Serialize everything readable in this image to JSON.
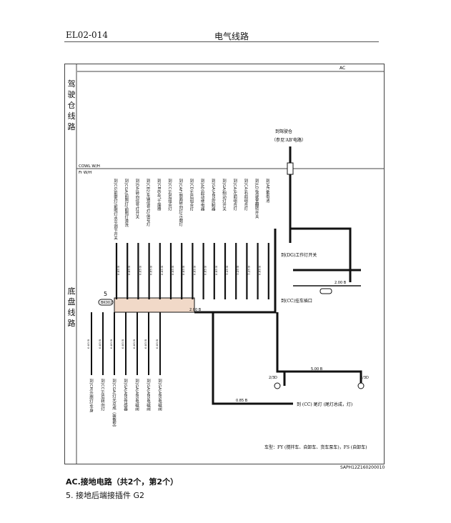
{
  "header": {
    "code": "EL02-014",
    "title": "电气线路"
  },
  "section_labels": {
    "top": "驾驶仓线路",
    "bottom": "底盘线路"
  },
  "diagram": {
    "ac_label": "AC",
    "bus_cowl": "COWL W/H",
    "bus_fr": "Fr W/H",
    "to_cab": "到驾驶仓",
    "to_cab_ref": "（参见'AB'电路）",
    "connector_num": "5",
    "connector_tag": "BK002",
    "ground_left": "2/3D",
    "ground_right": "2/3D",
    "work_light": "到(DG)工作灯开关",
    "trailer_socket": "到(CC)挂车插口",
    "tail_light": "到 (CC) 尾灯 (尾灯总成，灯)",
    "vehicle_type": "车型：FY (搅拌车、自卸车、货车泵车)，FS (自卸车)",
    "upper_labels": [
      "到(CG)前雾灯/前照灯水平调节开关",
      "到(CGA)前照灯/前照灯清洗",
      "到(DA)转向信号灯开关",
      "到(CB2)车辆信号灯/信号灯",
      "到(CB)空气干燥器",
      "到(CC)右后组合灯",
      "到(CAF)侧面转向灯/示廓灯",
      "到(CD)左后组合灯",
      "到(AD)起动继电器",
      "到(GA)ABS控制器",
      "到(GA)制动灯开关",
      "到(CA)左前组合灯",
      "到(CA)右前组合灯",
      "到(LD)驾驶室翻转开关",
      "到(AE)蓄电池"
    ],
    "lower_labels": [
      "到(CH)示廓灯/车身",
      "到(CC)左后转向灯",
      "到(CGA)灯光总成（装载型）",
      "到(GA)ABS传感器",
      "到(GA)ABS电磁阀",
      "到(GA)ABS电磁阀",
      "到(GA)ABS电磁阀"
    ],
    "wire_codes_upper": [
      "0.85 B",
      "0.85 B",
      "0.85 B",
      "0.85 B",
      "0.85 B",
      "0.85 B",
      "0.85 B",
      "0.85 B",
      "0.85 B",
      "0.85 B",
      "1.25 B",
      "1.25 B",
      "1.25 B",
      "0.85 B"
    ],
    "wire_codes_lower": [
      "0.85 B",
      "0.85 B",
      "0.85 B",
      "0.85 B",
      "0.85 B",
      "0.85 B",
      "0.85 B"
    ],
    "bus_wire": "2.00 B",
    "right_wire": "2.00 B",
    "bottom_wire": "5.00 B",
    "tail_wire": "0.85 B"
  },
  "caption": {
    "code": "SAPH12Z160200010",
    "title": "AC.接地电路（共2个，第2个）",
    "item": "5. 接地后端接插件 G2"
  },
  "colors": {
    "wire": "#111111",
    "connector_fill": "#f1d9c8",
    "frame": "#444444"
  }
}
